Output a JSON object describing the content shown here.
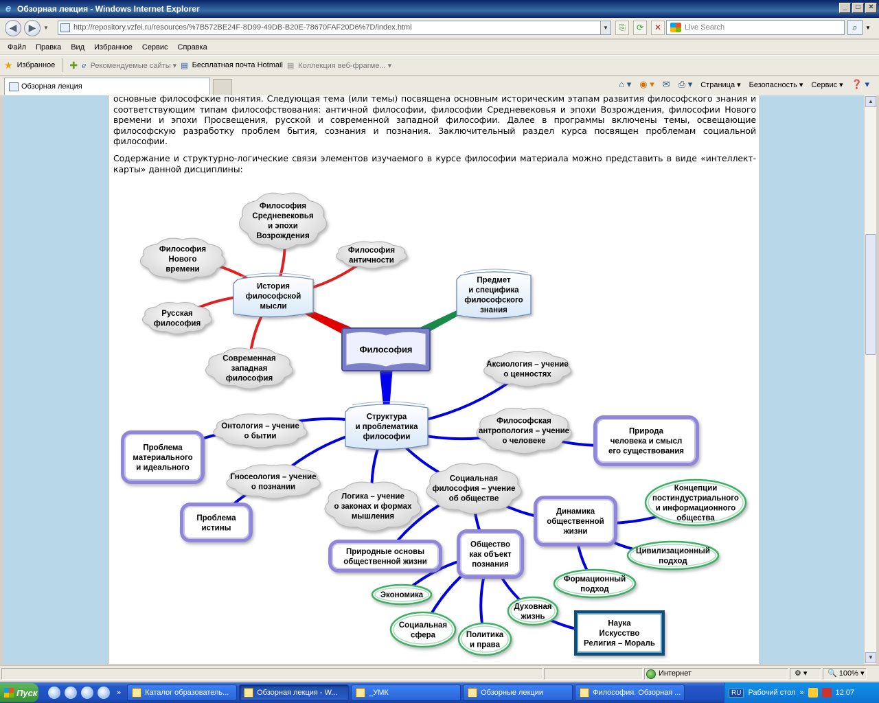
{
  "window": {
    "title": "Обзорная лекция - Windows Internet Explorer",
    "min": "_",
    "max": "□",
    "close": "✕"
  },
  "address": {
    "url": "http://repository.vzfei.ru/resources/%7B572BE24F-8D99-49DB-B20E-78670FAF20D6%7D/index.html",
    "search_placeholder": "Live Search"
  },
  "menu": [
    "Файл",
    "Правка",
    "Вид",
    "Избранное",
    "Сервис",
    "Справка"
  ],
  "favorites": {
    "label": "Избранное",
    "items": [
      "Рекомендуемые сайты ▾",
      "Бесплатная почта Hotmail",
      "Коллекция веб-фрагме... ▾"
    ]
  },
  "tab": {
    "label": "Обзорная лекция"
  },
  "commands": [
    "Страница ▾",
    "Безопасность ▾",
    "Сервис ▾"
  ],
  "page": {
    "paragraph1": "основные философские понятия. Следующая тема (или темы) посвящена основным историческим этапам развития философского знания и соответствующим типам философствования: античной философии, философии Средневековья и эпохи Возрождения, философии Нового времени и эпохи Просвещения, русской и современной западной философии. Далее в программы включены темы, освещающие философскую разработку проблем бытия, сознания и познания. Заключительный раздел курса посвящен проблемам социальной философии.",
    "paragraph2": "Содержание и структурно-логические связи элементов изучаемого в курсе философии материала можно представить в виде «интеллект-карты» данной дисциплины:"
  },
  "mindmap": {
    "center": "Философия",
    "history": "История\nфилософской\nмысли",
    "subject": "Предмет\nи специфика\nфилософского\nзнания",
    "structure": "Структура\nи проблематика\nфилософии",
    "medieval": "Философия\nСредневековья\nи эпохи\nВозрождения",
    "antiquity": "Философия\nантичности",
    "modern": "Философия\nНового\nвремени",
    "russian": "Русская\nфилософия",
    "western": "Современная\nзападная\nфилософия",
    "axiology": "Аксиология – учение\nо ценностях",
    "anthropology": "Философская\nантропология – учение\nо человеке",
    "human_nature": "Природа\nчеловека и смысл\nего существования",
    "ontology": "Онтология – учение\nо бытии",
    "material": "Проблема\nматериального\nи идеального",
    "gnoseology": "Гносеология – учение\nо познании",
    "truth": "Проблема\nистины",
    "logic": "Логика – учение\nо законах и формах\nмышления",
    "social": "Социальная\nфилософия – учение\nоб обществе",
    "natural": "Природные основы\nобщественной жизни",
    "society": "Общество\nкак объект\nпознания",
    "dynamics": "Динамика\nобщественной\nжизни",
    "concepts": "Концепции\nпостиндустриального\nи информационного\nобщества",
    "civilization": "Цивилизационный\nподход",
    "formation": "Формационный\nподход",
    "economy": "Экономика",
    "social_sphere": "Социальная\nсфера",
    "politics": "Политика\nи права",
    "spiritual": "Духовная\nжизнь",
    "science": "Наука\nИскусство\nРелигия – Мораль"
  },
  "status": {
    "zone": "Интернет",
    "zoom": "100%"
  },
  "taskbar": {
    "start": "Пуск",
    "buttons": [
      "Каталог образователь...",
      "Обзорная лекция - W...",
      "_УМК",
      "Обзорные лекции",
      "Философия. Обзорная ..."
    ],
    "lang": "RU",
    "desktop": "Рабочий стол",
    "time": "12:07"
  }
}
